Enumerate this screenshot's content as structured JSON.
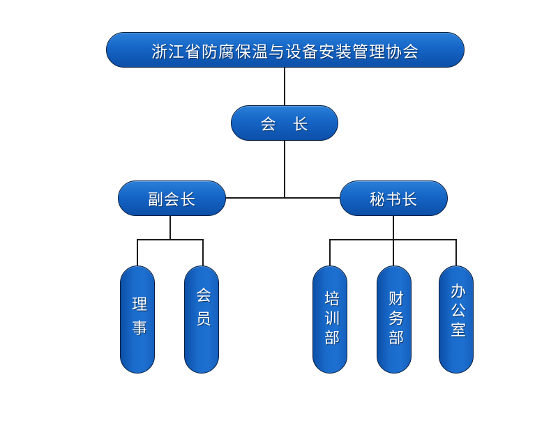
{
  "chart": {
    "title": "浙江省防腐保温与设备安装管理协会",
    "root": {
      "label": "浙江省防腐保温与设备安装管理协会"
    },
    "president": {
      "label": "会　长"
    },
    "vice_president": {
      "label": "副会长",
      "children": [
        {
          "label": "理事"
        },
        {
          "label": "会员"
        }
      ]
    },
    "secretary_general": {
      "label": "秘书长",
      "children": [
        {
          "label": "培训部"
        },
        {
          "label": "财务部"
        },
        {
          "label": "办公室"
        }
      ]
    }
  },
  "colors": {
    "node_fill": "#1565c6",
    "node_border": "#0a1e3c",
    "node_text": "#ffffff",
    "connector": "#1a1a1a",
    "background": "#ffffff"
  }
}
